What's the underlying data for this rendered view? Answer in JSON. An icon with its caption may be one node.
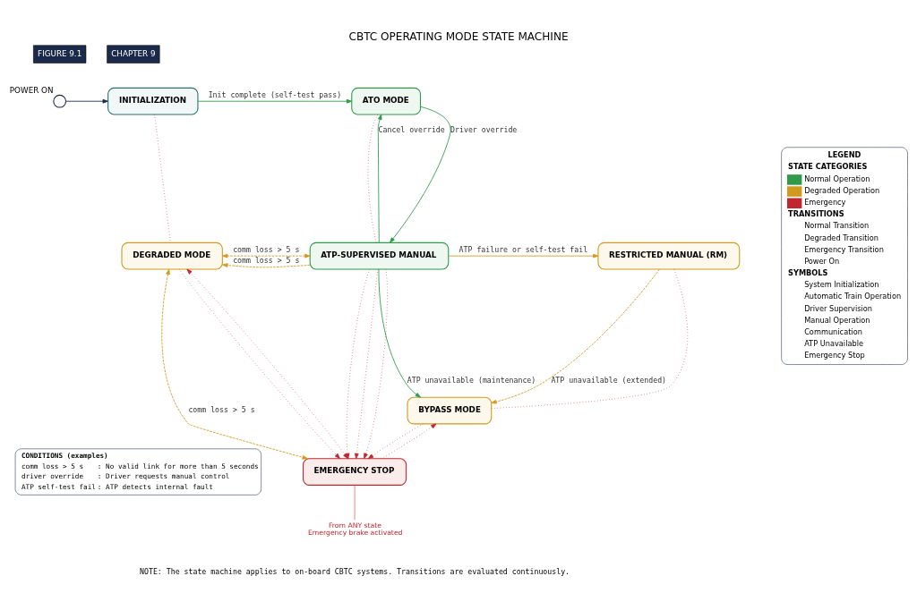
{
  "diagram": {
    "title": "CBTC OPERATING MODE STATE MACHINE",
    "nodes": [
      {
        "text": [],
        "shape": "circle",
        "beside": [
          "POWER ON"
        ]
      },
      {
        "text": [
          "INITIALIZATION"
        ]
      },
      {
        "text": [
          "ATO MODE"
        ]
      },
      {
        "text": [
          "DEGRADED MODE"
        ]
      },
      {
        "text": [
          "ATP-SUPERVISED MANUAL"
        ]
      },
      {
        "text": [
          "RESTRICTED MANUAL (RM)"
        ]
      },
      {
        "text": [
          "BYPASS MODE"
        ]
      },
      {
        "text": [
          "EMERGENCY STOP"
        ],
        "beside": [
          "From ANY state",
          "Emergency brake activated"
        ]
      }
    ],
    "edges": [
      {
        "from": 0,
        "to": 1,
        "arrow": "to",
        "color": "#1b2a4a"
      },
      {
        "from": 1,
        "to": 2,
        "arrow": "to",
        "label": "Init complete (self-test pass)",
        "color": "#2e9a4a"
      },
      {
        "from": 2,
        "to": 4,
        "arrow": "to",
        "label": "Driver override",
        "color": "#2e9a4a"
      },
      {
        "from": 4,
        "to": 2,
        "arrow": "to",
        "label": "Cancel override",
        "color": "#2e9a4a"
      },
      {
        "from": 1,
        "to": 3,
        "arrow": "none",
        "style": "dashed"
      },
      {
        "from": 4,
        "to": 3,
        "arrow": "both",
        "label": "comm loss > 5 s",
        "style": "dashed",
        "color": "#d09a1f"
      },
      {
        "from": 4,
        "to": 3,
        "arrow": "to",
        "label": "comm loss > 5 s",
        "style": "dashed",
        "color": "#d09a1f"
      },
      {
        "from": 3,
        "to": 7,
        "arrow": "both",
        "label": "comm loss > 5 s",
        "style": "dashed",
        "color": "#d09a1f"
      },
      {
        "from": 7,
        "to": 3,
        "arrow": "both",
        "style": "dashed"
      },
      {
        "from": 3,
        "to": 7,
        "arrow": "to",
        "style": "dashed"
      },
      {
        "from": 2,
        "to": 4,
        "arrow": "none",
        "style": "dashed"
      },
      {
        "from": 4,
        "to": 7,
        "arrow": "to",
        "style": "dashed"
      },
      {
        "from": 4,
        "to": 7,
        "arrow": "to",
        "style": "dashed"
      },
      {
        "from": 4,
        "to": 5,
        "arrow": "to",
        "label": "ATP failure or self-test fail",
        "color": "#d09a1f"
      },
      {
        "from": 4,
        "to": 7,
        "arrow": "to",
        "style": "dashed"
      },
      {
        "from": 4,
        "to": 6,
        "arrow": "to",
        "label": "ATP unavailable (maintenance)",
        "color": "#2e9a4a"
      },
      {
        "from": 5,
        "to": 6,
        "arrow": "to",
        "label": "ATP unavailable (extended)",
        "style": "dashed",
        "color": "#d09a1f"
      },
      {
        "from": 5,
        "to": 6,
        "arrow": "none",
        "style": "dashed"
      },
      {
        "from": 6,
        "to": 7,
        "arrow": "to",
        "style": "dashed"
      },
      {
        "from": 7,
        "to": 6,
        "arrow": "to",
        "style": "dashed"
      }
    ],
    "labels": [
      "FIGURE 9.1",
      "CHAPTER 9",
      "LEGEND",
      "STATE CATEGORIES",
      "TRANSITIONS",
      "SYMBOLS",
      "CONDITIONS (examples)",
      "comm loss > 5 s",
      ": No valid link for more than 5 seconds",
      "driver override",
      ": Driver requests manual control",
      "ATP self-test fail",
      ": ATP detects internal fault",
      "NOTE: The state machine applies to on-board CBTC systems. Transitions are evaluated continuously."
    ],
    "legend": [
      {
        "text": "Normal Operation",
        "color": "#2e9a4a"
      },
      {
        "text": "Degraded Operation",
        "color": "#d09a1f"
      },
      {
        "text": "Emergency",
        "color": "#c0272d"
      },
      {
        "text": "Normal Transition"
      },
      {
        "text": "Degraded Transition"
      },
      {
        "text": "Emergency Transition"
      },
      {
        "text": "Power On"
      },
      {
        "text": "System Initialization"
      },
      {
        "text": "Automatic Train Operation"
      },
      {
        "text": "Driver Supervision"
      },
      {
        "text": "Manual Operation"
      },
      {
        "text": "Communication"
      },
      {
        "text": "ATP Unavailable"
      },
      {
        "text": "Emergency Stop"
      }
    ]
  }
}
